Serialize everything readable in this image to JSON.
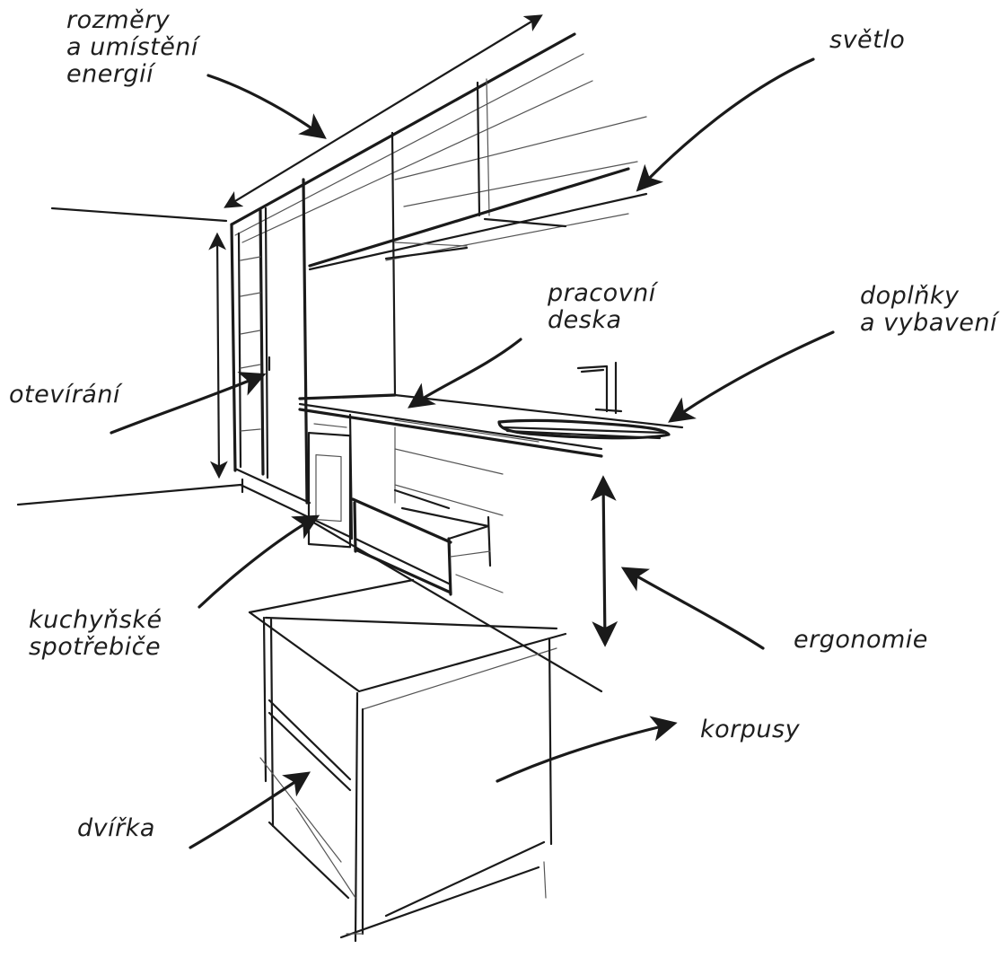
{
  "labels": {
    "dimensions": [
      "rozměry",
      "a umístění",
      "energií"
    ],
    "light": "světlo",
    "worktop": [
      "pracovní",
      "deska"
    ],
    "accessories": [
      "doplňky",
      "a vybavení"
    ],
    "opening": "otevírání",
    "appliances": [
      "kuchyňské",
      "spotřebiče"
    ],
    "ergonomics": "ergonomie",
    "carcasses": "korpusy",
    "doors": "dvířka"
  }
}
